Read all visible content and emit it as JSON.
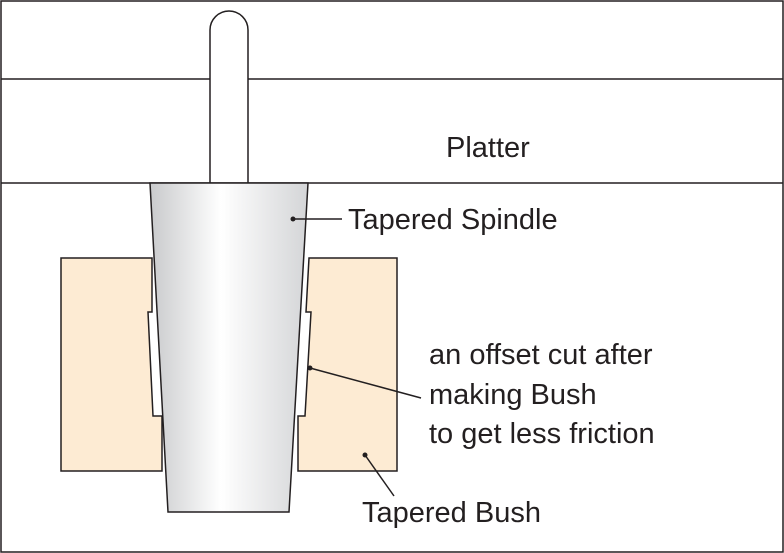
{
  "labels": {
    "platter": "Platter",
    "tapered_spindle": "Tapered Spindle",
    "offset_cut_line1": "an offset cut after",
    "offset_cut_line2": "making Bush",
    "offset_cut_line3": "to get less friction",
    "tapered_bush": "Tapered Bush"
  },
  "colors": {
    "outline": "#231f20",
    "bush_fill": "#fdebd3",
    "spindle_edge": "#c9cacc",
    "spindle_highlight": "#ffffff",
    "background": "#ffffff"
  }
}
